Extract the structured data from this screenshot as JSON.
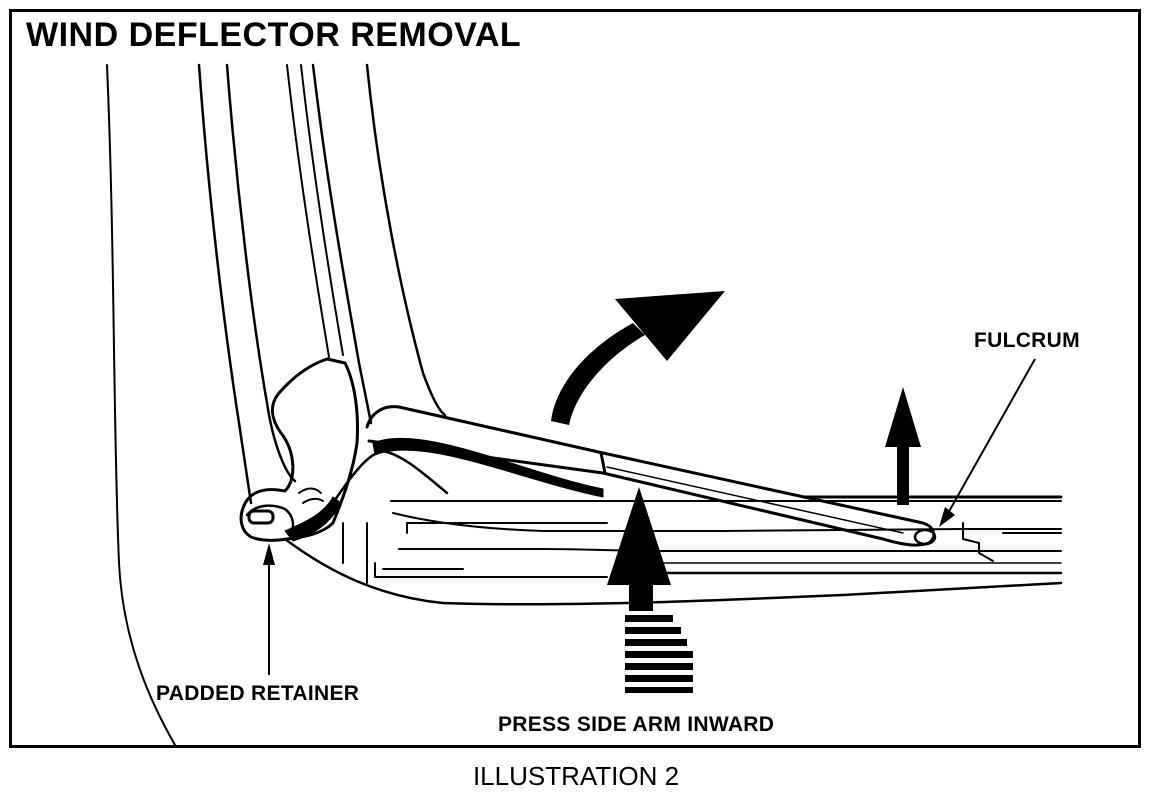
{
  "diagram": {
    "title": "WIND DEFLECTOR REMOVAL",
    "labels": {
      "fulcrum": "FULCRUM",
      "padded_retainer": "PADDED RETAINER",
      "press_side_arm": "PRESS SIDE ARM INWARD"
    },
    "caption": "ILLUSTRATION 2"
  },
  "colors": {
    "ink": "#000000",
    "paper": "#ffffff"
  }
}
